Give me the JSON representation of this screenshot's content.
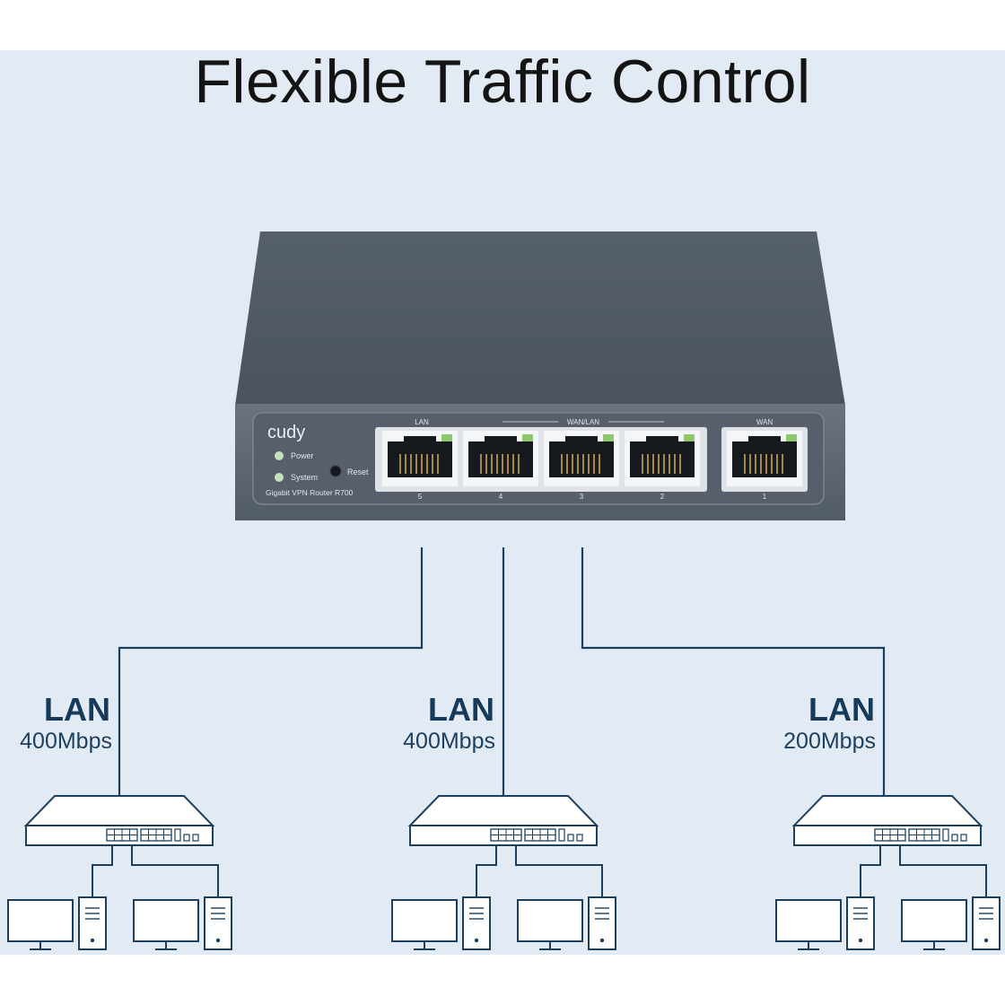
{
  "title": "Flexible Traffic Control",
  "router": {
    "brand": "cudy",
    "power_label": "Power",
    "system_label": "System",
    "reset_label": "Reset",
    "model_text": "Gigabit VPN Router   R700",
    "group_labels": {
      "lan": "LAN",
      "wan_lan": "WAN/LAN",
      "wan": "WAN"
    },
    "port_numbers": [
      "5",
      "4",
      "3",
      "2",
      "1"
    ],
    "led_color": "#8fc86a",
    "body_color": "#596472"
  },
  "branches": [
    {
      "label": "LAN",
      "speed": "400Mbps"
    },
    {
      "label": "LAN",
      "speed": "400Mbps"
    },
    {
      "label": "LAN",
      "speed": "200Mbps"
    }
  ],
  "colors": {
    "background": "#e2ebf4",
    "line": "#1d3f5e",
    "label": "#163a5a"
  }
}
